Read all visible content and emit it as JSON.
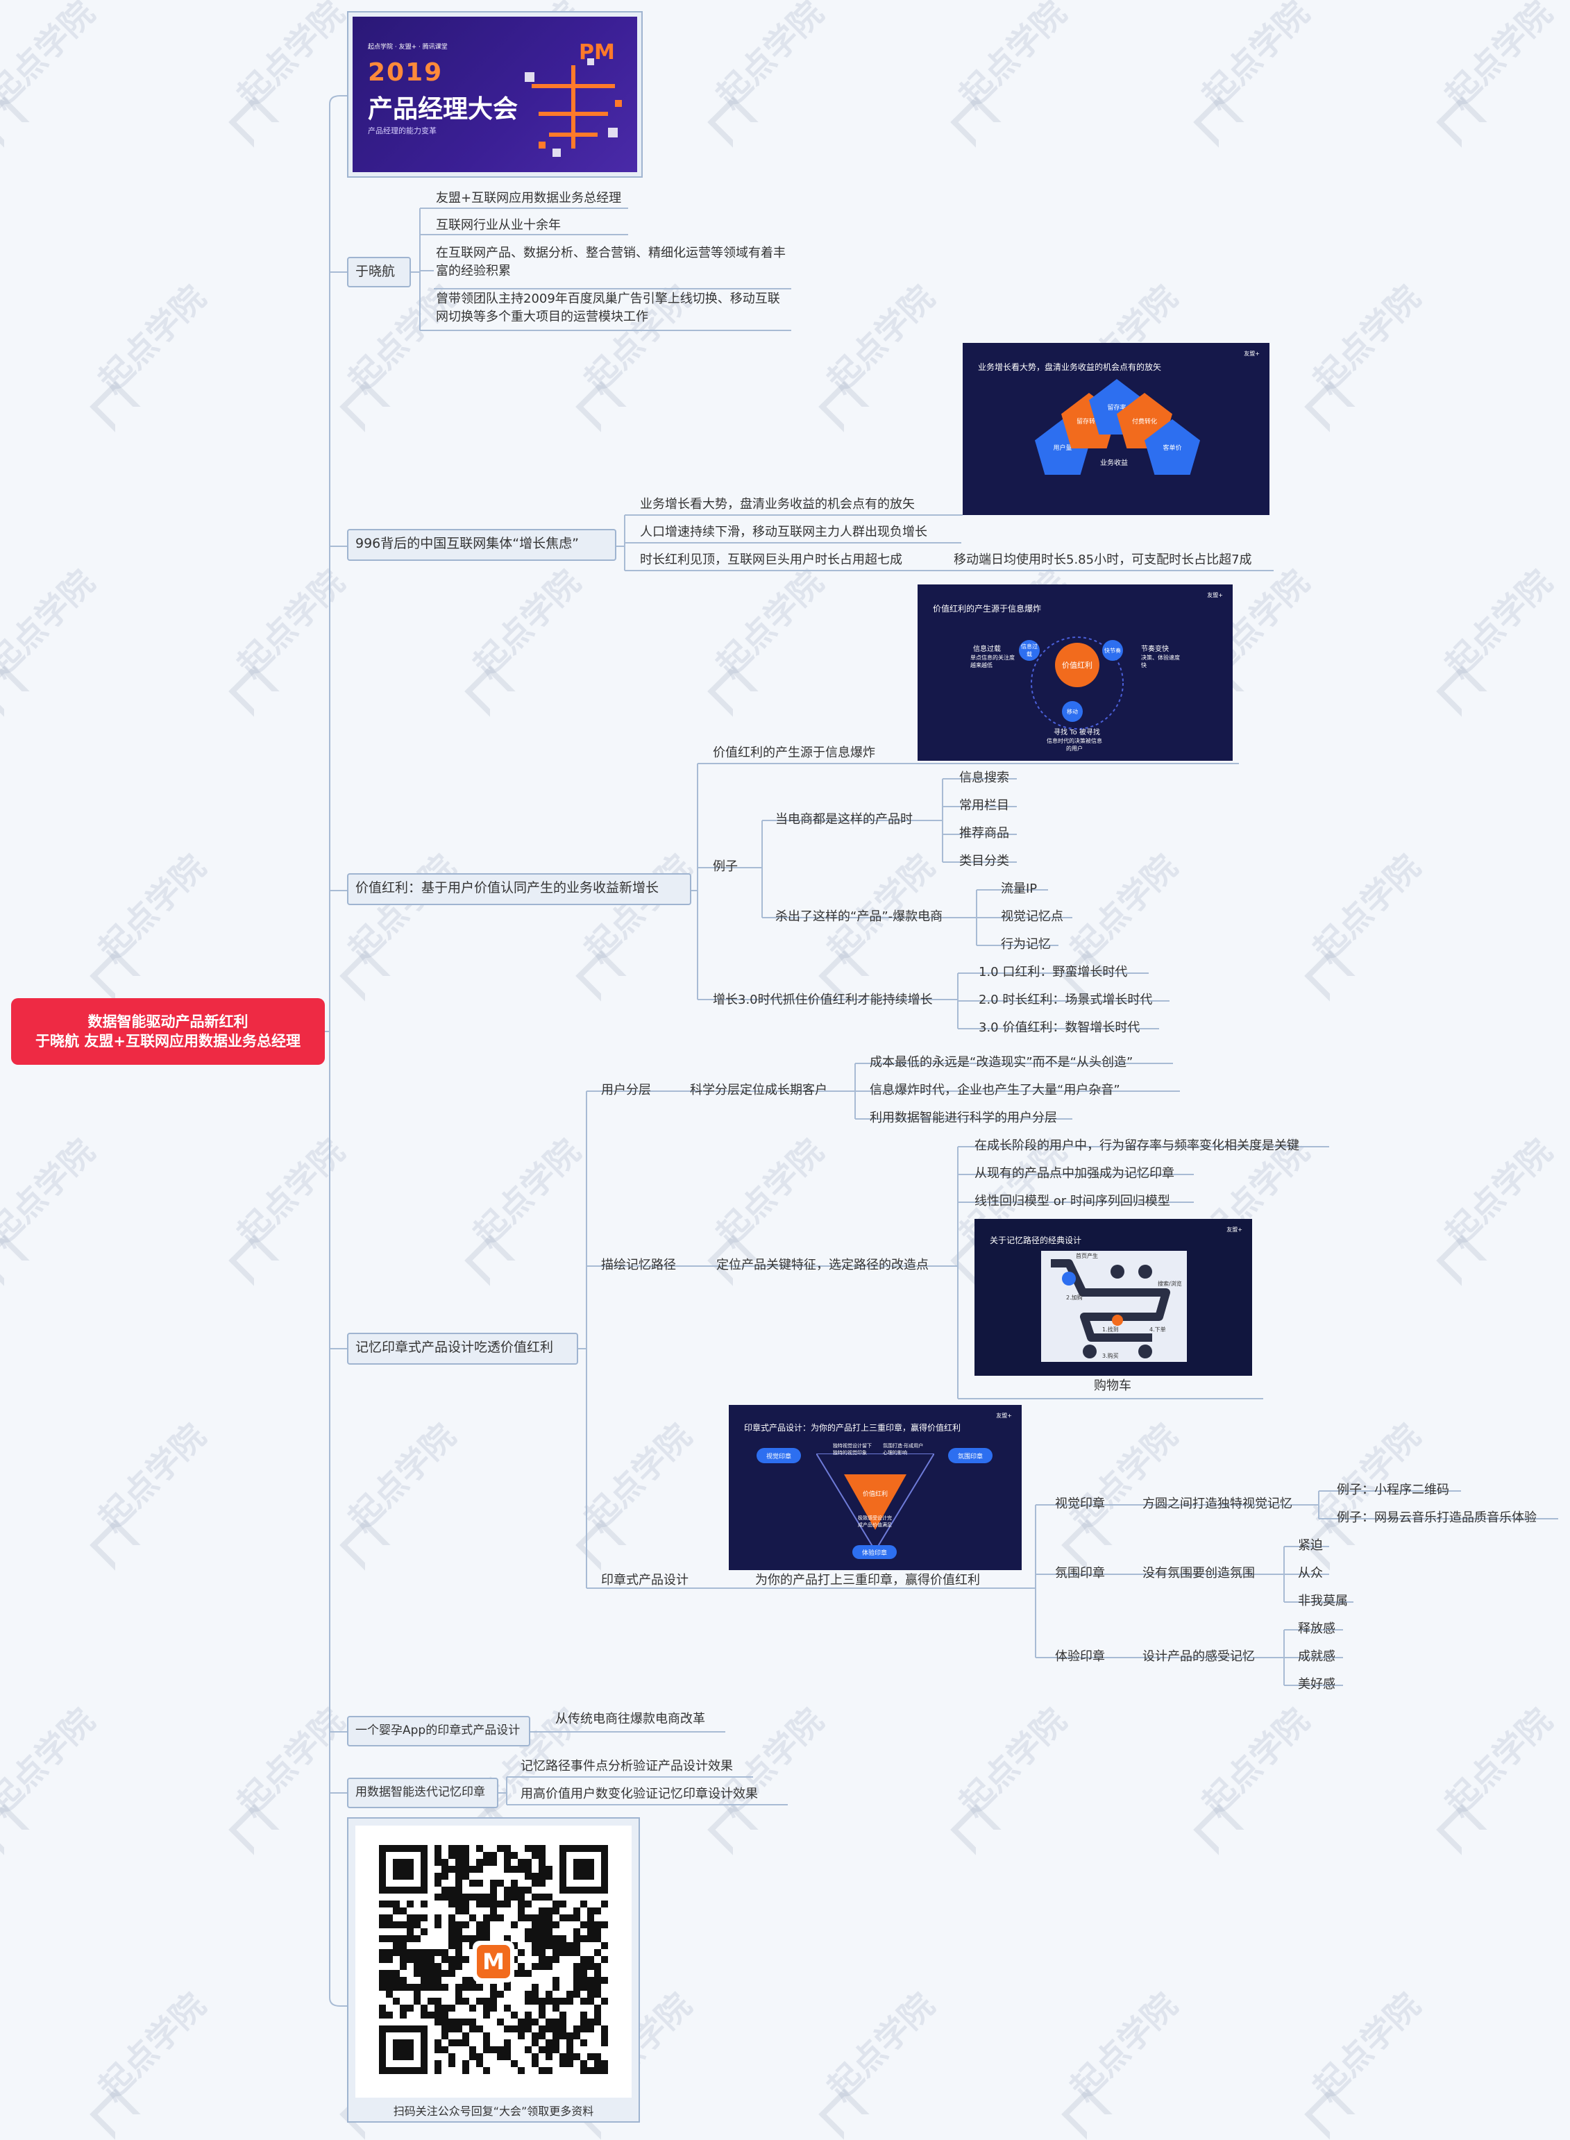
{
  "watermark": "起点学院",
  "root": {
    "line1": "数据智能驱动产品新红利",
    "line2": "于晓航 友盟+互联网应用数据业务总经理"
  },
  "banner": {
    "logos": "起点学院 · 友盟+ · 腾讯课堂",
    "year": "2019",
    "title": "产品经理大会",
    "subtitle": "产品经理的能力变革",
    "pm": "PM"
  },
  "speaker": {
    "label": "于晓航",
    "items": [
      "友盟+互联网应用数据业务总经理",
      "互联网行业从业十余年",
      "在互联网产品、数据分析、整合营销、精细化运营等领域有着丰富的经验积累",
      "曾带领团队主持2009年百度凤巢广告引擎上线切换、移动互联网切换等多个重大项目的运营模块工作"
    ]
  },
  "anxiety": {
    "label": "996背后的中国互联网集体“增长焦虑”",
    "items": [
      "业务增长看大势，盘清业务收益的机会点有的放矢",
      "人口增速持续下滑，移动互联网主力人群出现负增长",
      "时长红利见顶，互联网巨头用户时长占用超七成"
    ],
    "sub": "移动端日均使用时长5.85小时，可支配时长占比超7成",
    "slide": {
      "title": "业务增长看大势，盘清业务收益的机会点有的放矢",
      "logo": "友盟+",
      "hex": [
        "用户量",
        "留存转化",
        "留存率",
        "付费转化",
        "客单价"
      ],
      "bottom": "业务收益"
    }
  },
  "value": {
    "label": "价值红利：基于用户价值认同产生的业务收益新增长",
    "info": "价值红利的产生源于信息爆炸",
    "example": "例子",
    "ecom": "当电商都是这样的产品时",
    "ecom_items": [
      "信息搜索",
      "常用栏目",
      "推荐商品",
      "类目分类"
    ],
    "kill": "杀出了这样的“产品”-爆款电商",
    "kill_items": [
      "流量IP",
      "视觉记忆点",
      "行为记忆"
    ],
    "growth": "增长3.0时代抓住价值红利才能持续增长",
    "growth_items": [
      "1.0 口红利：野蛮增长时代",
      "2.0 时长红利：场景式增长时代",
      "3.0 价值红利：数智增长时代"
    ],
    "slide": {
      "title": "价值红利的产生源于信息爆炸",
      "logo": "友盟+",
      "center": "价值红利",
      "left": "信息过载",
      "left_sub": "单点信息的关注度越来越低",
      "right": "节奏变快",
      "right_sub": "决策、体验速度快",
      "l_small": "信息过载",
      "r_small": "快节奏",
      "bottom_small": "移动",
      "bottom": "寻找 To 被寻找",
      "bottom_sub": "信息时代的决策被信息的用户"
    }
  },
  "memory": {
    "label": "记忆印章式产品设计吃透价值红利",
    "users": "用户分层",
    "sci": "科学分层定位成长期客户",
    "sci_items": [
      "成本最低的永远是“改造现实”而不是“从头创造”",
      "信息爆炸时代，企业也产生了大量“用户杂音”",
      "利用数据智能进行科学的用户分层"
    ],
    "path": "描绘记忆路径",
    "locate": "定位产品关键特征，选定路径的改造点",
    "locate_items": [
      "在成长阶段的用户中，行为留存率与频率变化相关度是关键",
      "从现有的产品点中加强成为记忆印章",
      "线性回归模型 or 时间序列回归模型"
    ],
    "cart": "购物车",
    "cart_slide": {
      "title": "关于记忆路径的经典设计",
      "logo": "友盟+",
      "labels": [
        "首页产生",
        "搜索/浏览",
        "1.找到",
        "2.加购",
        "3.购买",
        "4.下单"
      ]
    },
    "stamp": "印章式产品设计",
    "stamp_sub": "为你的产品打上三重印章，赢得价值红利",
    "stamp_slide": {
      "title": "印章式产品设计：为你的产品打上三重印章，赢得价值红利",
      "logo": "友盟+",
      "left": "视觉印章",
      "right": "氛围印章",
      "bottom": "体验印章",
      "center": "价值红利",
      "t1": "独特视觉设计留下独特的视觉印象",
      "t2": "氛围打造·形成用户心理的影响",
      "t3": "极致感受设计完成产品价值满足"
    },
    "visual": "视觉印章",
    "visual_sub": "方圆之间打造独特视觉记忆",
    "visual_items": [
      "例子：小程序二维码",
      "例子：网易云音乐打造品质音乐体验"
    ],
    "atmos": "氛围印章",
    "atmos_sub": "没有氛围要创造氛围",
    "atmos_items": [
      "紧迫",
      "从众",
      "非我莫属"
    ],
    "exp": "体验印章",
    "exp_sub": "设计产品的感受记忆",
    "exp_items": [
      "释放感",
      "成就感",
      "美好感"
    ]
  },
  "baby": {
    "label": "一个婴孕App的印章式产品设计",
    "item": "从传统电商往爆款电商改革"
  },
  "iterate": {
    "label": "用数据智能迭代记忆印章",
    "items": [
      "记忆路径事件点分析验证产品设计效果",
      "用高价值用户数变化验证记忆印章设计效果"
    ]
  },
  "qr": {
    "caption": "扫码关注公众号回复“大会”领取更多资料",
    "center": "M"
  },
  "colors": {
    "root": "#ee2a44",
    "line": "#9fb4d0",
    "panel": "#15184a",
    "orange": "#f26b1d",
    "blue": "#2d6ff0"
  }
}
